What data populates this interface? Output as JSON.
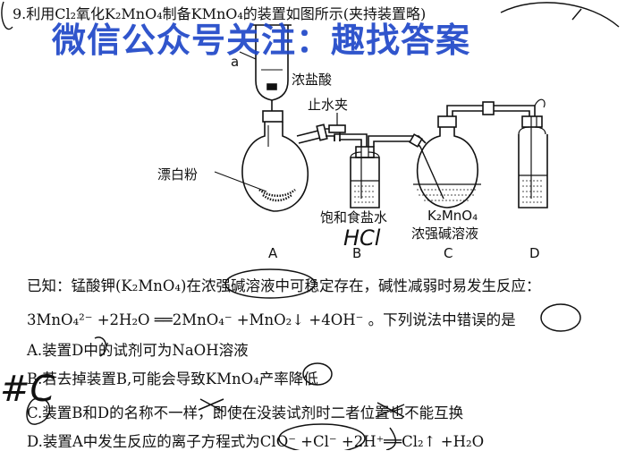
{
  "question": {
    "title": "9.利用Cl₂氧化K₂MnO₄制备KMnO₄的装置如图所示(夹持装置略)"
  },
  "watermark": "微信公众号关注：趣找答案",
  "diagram": {
    "labels": {
      "a": "a",
      "conc_hcl": "浓盐酸",
      "clamp": "止水夹",
      "bleach": "漂白粉",
      "bottle_b": "饱和食盐水",
      "flask_c_line1": "K₂MnO₄",
      "flask_c_line2": "浓强碱溶液",
      "A": "A",
      "B": "B",
      "C": "C",
      "D": "D"
    },
    "handwritten_note": "HCl"
  },
  "text": {
    "known": "已知：锰酸钾(K₂MnO₄)在浓强碱溶液中可稳定存在，碱性减弱时易发生反应：",
    "equation": "3MnO₄²⁻ +2H₂O ══2MnO₄⁻ +MnO₂↓ +4OH⁻ 。下列说法中错误的是",
    "option_a": "A.装置D中的试剂可为NaOH溶液",
    "option_b": "B.若去掉装置B,可能会导致KMnO₄产率降低",
    "option_c": "C.装置B和D的名称不一样，即使在没装试剂时二者位置也不能互换",
    "option_d": "D.装置A中发生反应的离子方程式为ClO⁻ +Cl⁻ +2H⁺══Cl₂↑ +H₂O"
  },
  "handwriting": {
    "margin_mark": "#C"
  }
}
